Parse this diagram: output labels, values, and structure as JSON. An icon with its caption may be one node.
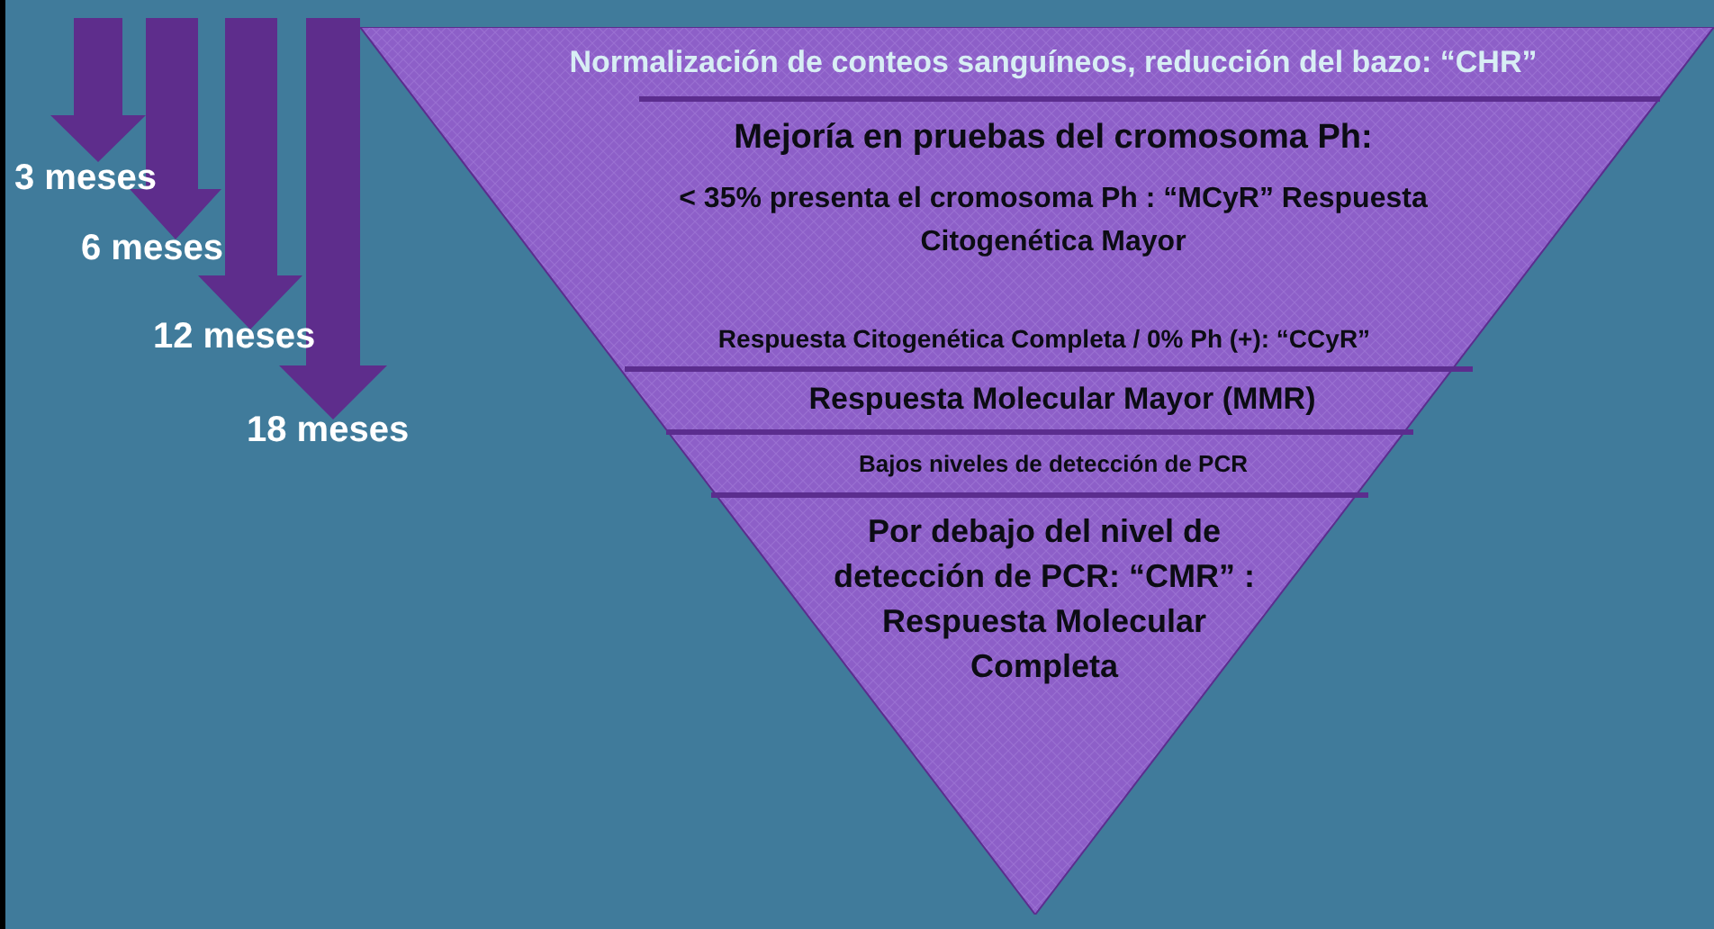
{
  "diagram": {
    "nodes": [
      {
        "text": [],
        "shape": "triangle"
      },
      {
        "text": [
          "Normalización de conteos sanguíneos, reducción del bazo: “CHR”"
        ],
        "in": 0
      },
      {
        "text": [
          "Mejoría en pruebas del cromosoma Ph:",
          "< 35% presenta el cromosoma Ph : “MCyR” Respuesta Citogenética Mayor"
        ],
        "in": 0
      },
      {
        "text": [
          "Respuesta Citogenética Completa / 0% Ph (+): “CCyR”"
        ],
        "in": 0
      },
      {
        "text": [
          "Respuesta Molecular Mayor (MMR)"
        ],
        "in": 0
      },
      {
        "text": [
          "Bajos niveles de detección de PCR"
        ],
        "in": 0
      },
      {
        "text": [
          "Por debajo del nivel de detección de PCR: “CMR” : Respuesta Molecular Completa"
        ],
        "in": 0
      }
    ],
    "labels": [
      "3 meses",
      "6 meses",
      "12 meses",
      "18 meses"
    ]
  }
}
